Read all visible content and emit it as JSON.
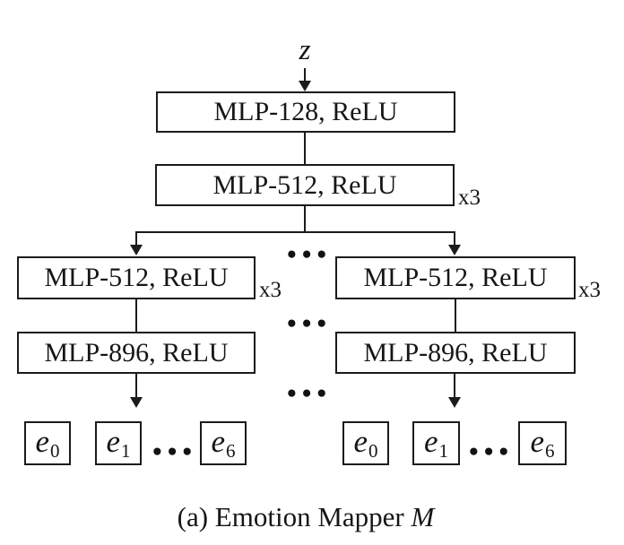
{
  "figure": {
    "input_label": "z",
    "ellipsis": "•••",
    "trunk": {
      "mlp128_label": "MLP-128, ReLU",
      "mlp512_label": "MLP-512, ReLU",
      "repeat_label": "x3"
    },
    "branch_left": {
      "mlp512_label": "MLP-512, ReLU",
      "repeat_label": "x3",
      "mlp896_label": "MLP-896, ReLU",
      "outputs": [
        {
          "base": "e",
          "sub": "0"
        },
        {
          "base": "e",
          "sub": "1"
        },
        {
          "base": "e",
          "sub": "6"
        }
      ]
    },
    "branch_right": {
      "mlp512_label": "MLP-512, ReLU",
      "repeat_label": "x3",
      "mlp896_label": "MLP-896, ReLU",
      "outputs": [
        {
          "base": "e",
          "sub": "0"
        },
        {
          "base": "e",
          "sub": "1"
        },
        {
          "base": "e",
          "sub": "6"
        }
      ]
    },
    "caption": {
      "prefix": "(a) Emotion Mapper ",
      "symbol": "M"
    },
    "colors": {
      "line": "#1b1b1b",
      "background": "#ffffff"
    }
  }
}
